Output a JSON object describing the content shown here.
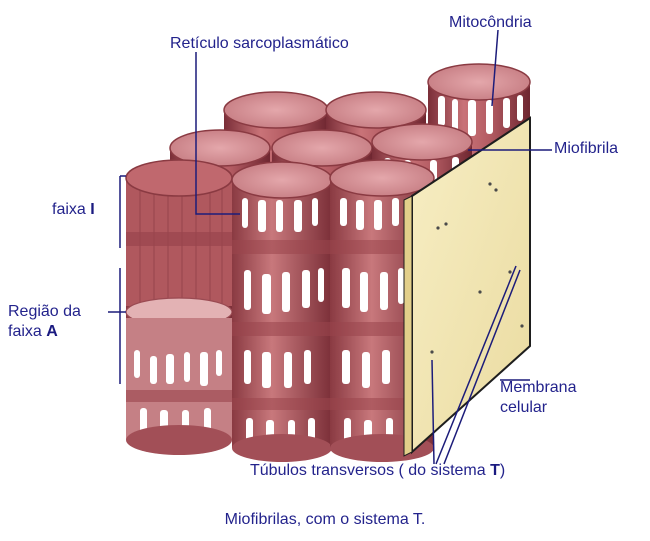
{
  "labels": {
    "mitocondria": "Mitocôndria",
    "reticulo": "Retículo sarcoplasmático",
    "miofibrila": "Miofibrila",
    "faixa_i_text": "faixa ",
    "faixa_i_letter": "I",
    "regiao_line1": "Região da",
    "regiao_line2_text": "faixa ",
    "regiao_line2_letter": "A",
    "membrana_line1": "Membrana",
    "membrana_line2": "celular",
    "tubulos_text": "Túbulos transversos ( do sistema ",
    "tubulos_letter": "T",
    "tubulos_close": ")"
  },
  "caption": "Miofibrilas, com o sistema T.",
  "colors": {
    "label_text": "#23238c",
    "fiber_body": "#b25a60",
    "fiber_dark": "#7a2e38",
    "fiber_top": "#d68a90",
    "membrane": "#f4e9b4",
    "membrane_edge": "#1e1e1e",
    "leader_line": "#1c1c7a"
  }
}
